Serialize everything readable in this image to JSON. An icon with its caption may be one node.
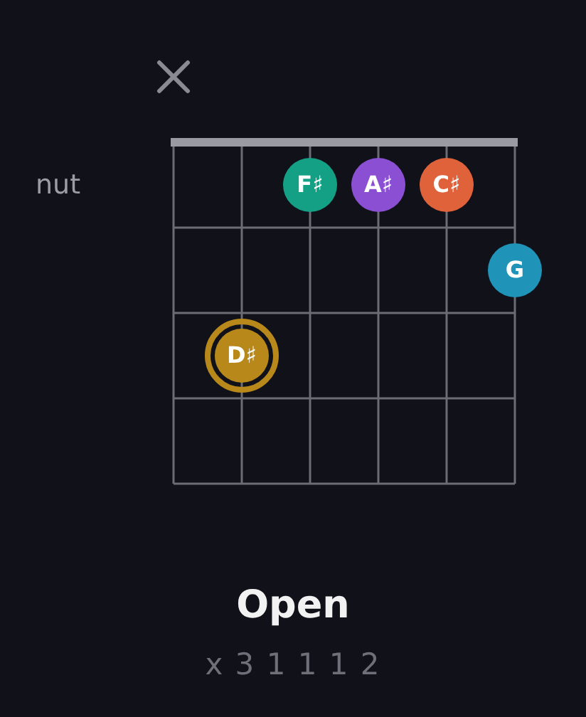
{
  "diagram": {
    "title": "Open",
    "nodes": [
      {
        "text": [
          "F♯"
        ]
      },
      {
        "text": [
          "A♯"
        ]
      },
      {
        "text": [
          "C♯"
        ]
      },
      {
        "text": [
          "G"
        ]
      },
      {
        "text": [
          "D♯"
        ]
      }
    ],
    "labels": [
      "nut",
      "x 3 1 1 1 2"
    ]
  }
}
